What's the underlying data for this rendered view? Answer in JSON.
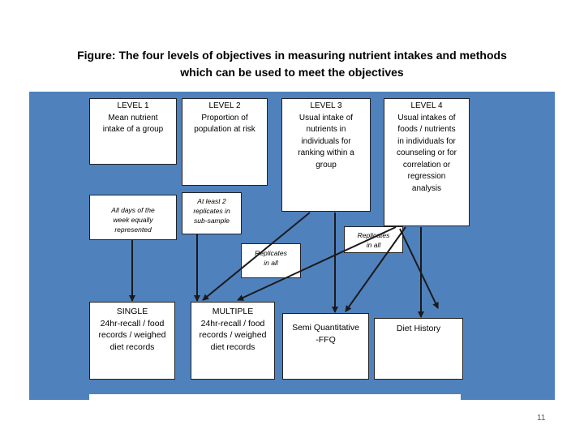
{
  "title_line1": "Figure: The four levels of objectives in measuring nutrient intakes and methods",
  "title_line2": "which can be used to meet the objectives",
  "levels": [
    {
      "heading": "LEVEL 1",
      "lines": [
        "Mean nutrient",
        "intake of a group"
      ]
    },
    {
      "heading": "LEVEL 2",
      "lines": [
        "Proportion of",
        "population at risk"
      ]
    },
    {
      "heading": "LEVEL 3",
      "lines": [
        "Usual intake of",
        "nutrients in",
        "individuals for",
        "ranking within a",
        "group"
      ]
    },
    {
      "heading": "LEVEL 4",
      "lines": [
        "Usual intakes of",
        "foods / nutrients",
        "in individuals for",
        "counseling or for",
        "correlation or",
        "regression",
        "analysis"
      ]
    }
  ],
  "notes": {
    "all_days": [
      "All days of the",
      "week equally",
      "represented"
    ],
    "at_least_2": [
      "At least 2",
      "replicates in",
      "sub-sample"
    ],
    "replicates_left": [
      "Replicates",
      "in all"
    ],
    "replicates_right": [
      "Replicates",
      "in all"
    ]
  },
  "methods": [
    {
      "lines": [
        "SINGLE",
        "24hr-recall / food",
        "records / weighed",
        "diet records"
      ]
    },
    {
      "lines": [
        "MULTIPLE",
        "24hr-recall / food",
        "records / weighed",
        "diet records"
      ]
    },
    {
      "lines": [
        "Semi Quantitative",
        "-FFQ"
      ]
    },
    {
      "lines": [
        "Diet History"
      ]
    }
  ],
  "page_number": "11",
  "colors": {
    "panel": "#4f81bd",
    "arrow": "#1a1a1a",
    "box": "#ffffff"
  }
}
